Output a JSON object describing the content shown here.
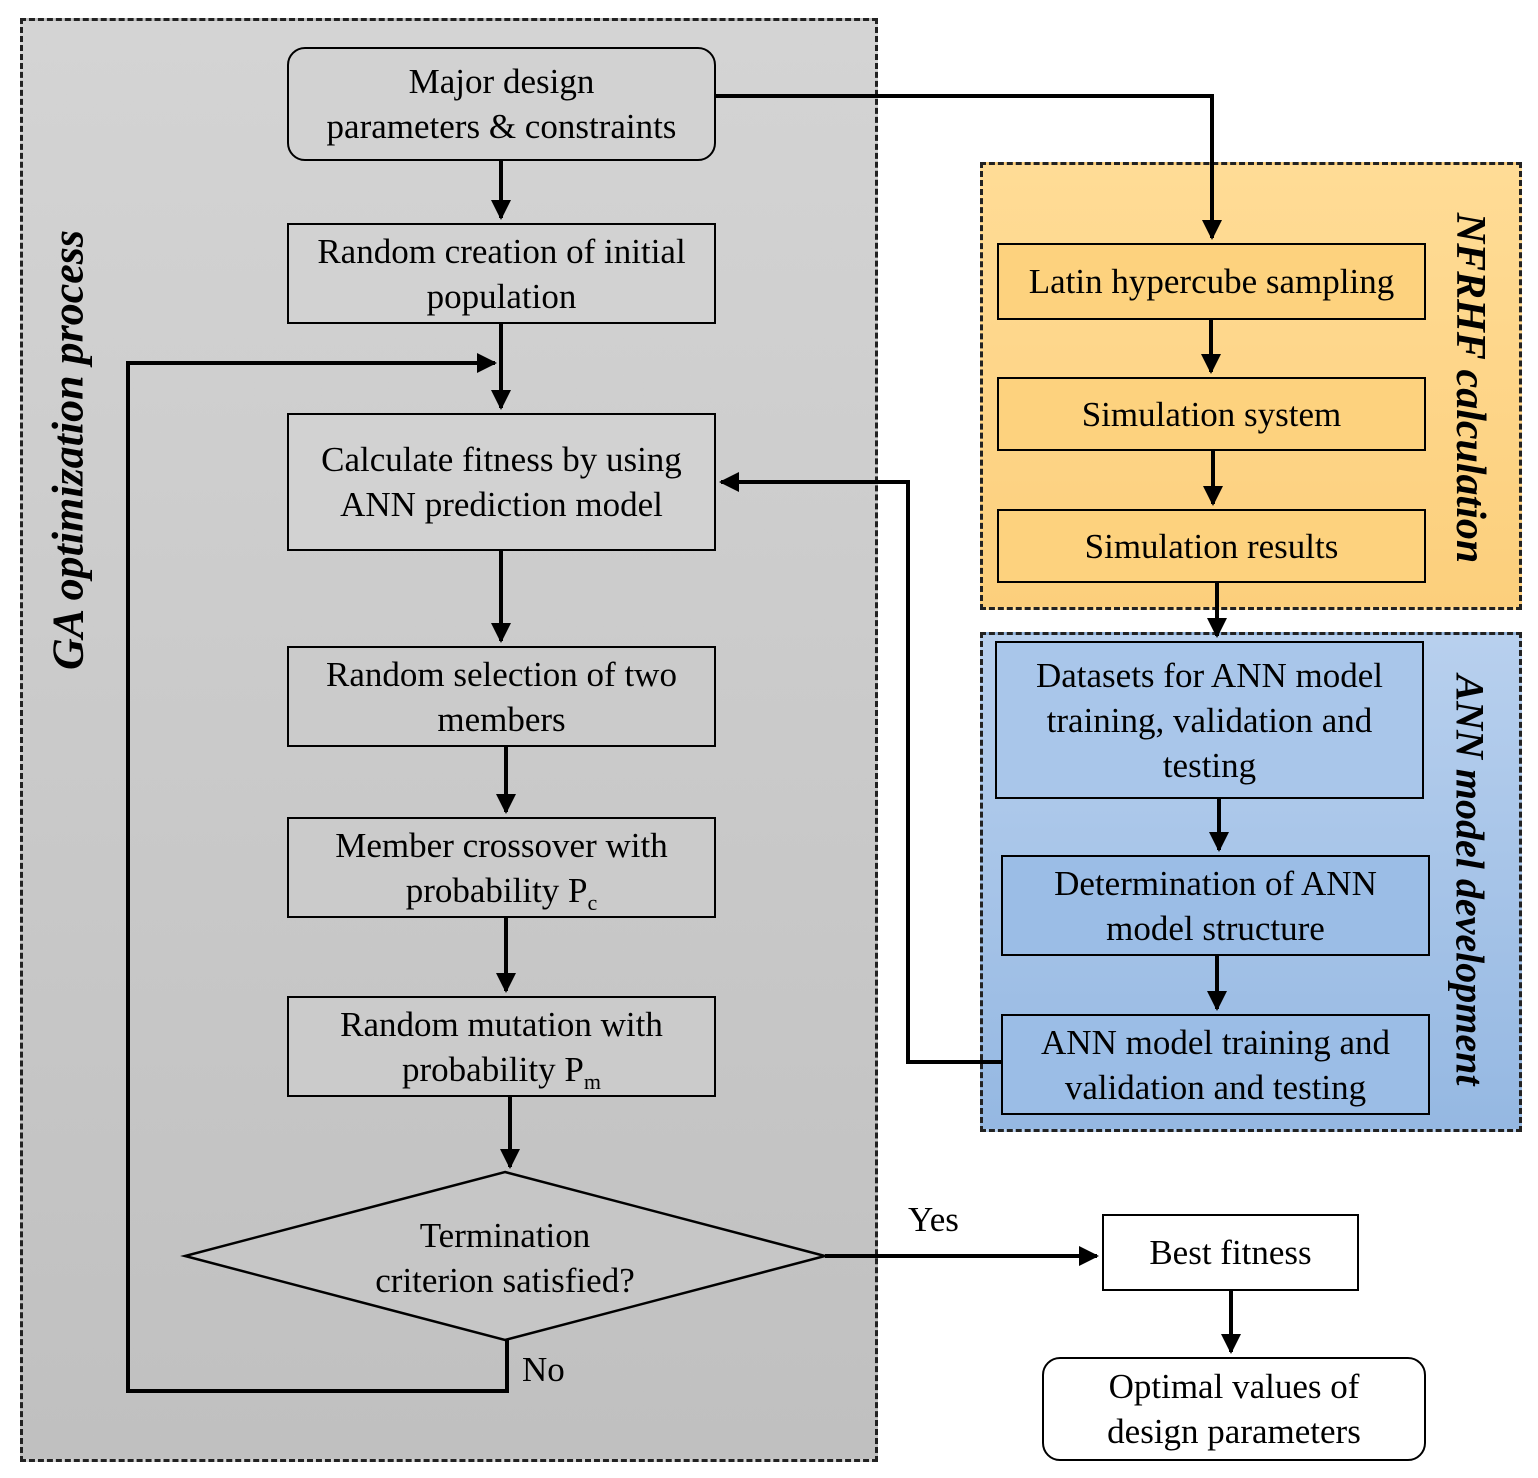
{
  "regions": {
    "ga_label": "GA optimization process",
    "nfrhf_label": "NFRHF calculation",
    "ann_label": "ANN model development"
  },
  "ga_steps": {
    "major_params": [
      "Major design",
      "parameters & constraints"
    ],
    "random_creation": [
      "Random creation of initial",
      "population"
    ],
    "calc_fitness": [
      "Calculate fitness by using",
      "ANN prediction model"
    ],
    "random_selection": [
      "Random selection of two",
      "members"
    ],
    "crossover": {
      "line1": "Member crossover with",
      "line2_prefix": "probability P",
      "line2_sub": "c"
    },
    "mutation": {
      "line1": "Random mutation with",
      "line2_prefix": "probability P",
      "line2_sub": "m"
    },
    "termination": [
      "Termination",
      "criterion satisfied?"
    ]
  },
  "nfrhf_steps": {
    "lhs": "Latin hypercube sampling",
    "sim_system": "Simulation system",
    "sim_results": "Simulation results"
  },
  "ann_steps": {
    "datasets": [
      "Datasets for ANN model",
      "training, validation and",
      "testing"
    ],
    "structure": [
      "Determination of ANN",
      "model structure"
    ],
    "training": [
      "ANN model training and",
      "validation and testing"
    ]
  },
  "outputs": {
    "best_fitness": "Best fitness",
    "optimal_values": [
      "Optimal values of",
      "design parameters"
    ]
  },
  "edge_labels": {
    "yes": "Yes",
    "no": "No"
  }
}
